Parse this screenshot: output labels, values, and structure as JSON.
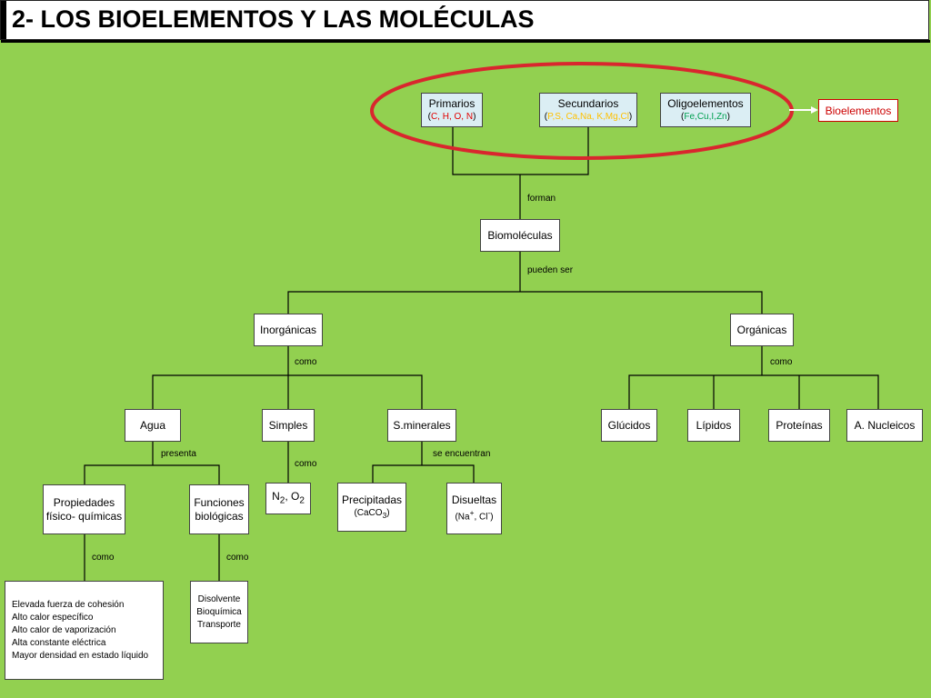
{
  "title": "2- LOS BIOELEMENTOS Y LAS MOLÉCULAS",
  "bioelements": {
    "primarios": {
      "name": "Primarios",
      "elements": "C, H, O, N"
    },
    "secundarios": {
      "name": "Secundarios",
      "elements": "P,S, Ca,Na, K,Mg,Cl"
    },
    "oligoelementos": {
      "name": "Oligoelementos",
      "elements": "Fe,Cu,I,Zn"
    },
    "summary_label": "Bioelementos"
  },
  "connectors": {
    "forman": "forman",
    "pueden_ser": "pueden ser",
    "como_inorg": "como",
    "como_org": "como",
    "presenta": "presenta",
    "como_simples": "como",
    "se_encuentran": "se encuentran",
    "como_prop": "como",
    "como_func": "como"
  },
  "nodes": {
    "biomoleculas": "Biomoléculas",
    "inorganicas": "Inorgánicas",
    "organicas": "Orgánicas",
    "agua": "Agua",
    "simples": "Simples",
    "sminerales": "S.minerales",
    "glucidos": "Glúcidos",
    "lipidos": "Lípidos",
    "proteinas": "Proteínas",
    "nucleicos": "A. Nucleicos",
    "propiedades_1": "Propiedades",
    "propiedades_2": "físico- químicas",
    "funciones_1": "Funciones",
    "funciones_2": "biológicas",
    "simples_n": "N",
    "simples_n_sub": "2",
    "simples_sep": ", O",
    "simples_o_sub": "2",
    "precipitadas": "Precipitadas",
    "precipitadas_formula": "(CaCO",
    "precipitadas_sub": "3",
    "precipitadas_close": ")",
    "disueltas": "Disueltas",
    "disueltas_na": "(Na",
    "disueltas_na_sup": "+",
    "disueltas_cl": ", Cl",
    "disueltas_cl_sup": "-",
    "disueltas_close": ")"
  },
  "propiedades_list": [
    "Elevada fuerza de cohesión",
    "Alto calor específico",
    "Alto calor de vaporización",
    "Alta constante eléctrica",
    "Mayor densidad en estado líquido"
  ],
  "funciones_list": [
    "Disolvente",
    "Bioquímica",
    "Transporte"
  ],
  "colors": {
    "background": "#92d050",
    "highlight_ellipse": "#d9262e",
    "primarios_elements": "#e00000",
    "secundarios_elements": "#ffc000",
    "oligo_elements": "#00a050",
    "arrow": "#ffffff"
  },
  "icons": {
    "arrow": "arrow-right-icon",
    "highlight": "ellipse-highlight"
  }
}
